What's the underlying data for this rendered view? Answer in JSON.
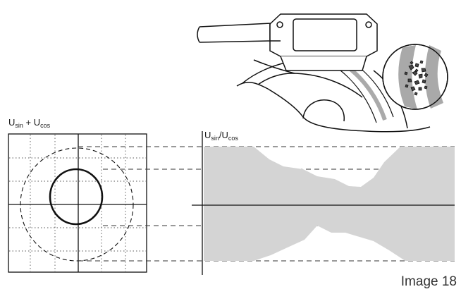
{
  "diagram": {
    "lissajous_label": {
      "main": "U",
      "sub1": "sin",
      "op": " + U",
      "sub2": "cos"
    },
    "ratio_label": {
      "main": "U",
      "sub1": "sin",
      "op": "/U",
      "sub2": "cos"
    }
  },
  "caption": "Image 18",
  "colors": {
    "band": "#d4d4d4",
    "line": "#111111",
    "grid": "#555555"
  }
}
